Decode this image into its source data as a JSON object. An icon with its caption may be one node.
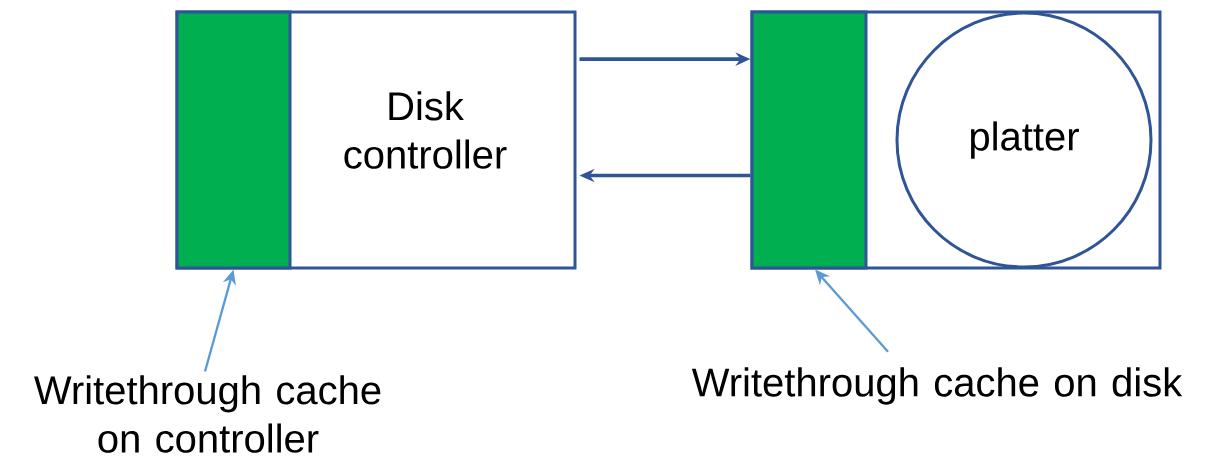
{
  "diagram": {
    "nodes": [
      {
        "text": [
          "Disk controller"
        ]
      },
      {
        "text": [],
        "shape": "bar",
        "in": 0
      },
      {
        "text": [],
        "shape": "box"
      },
      {
        "text": [],
        "shape": "bar",
        "in": 2
      },
      {
        "text": [
          "platter"
        ],
        "in": 2
      },
      {
        "text": [
          "Writethrough cache on controller"
        ]
      },
      {
        "text": [
          "Writethrough cache on disk"
        ]
      }
    ],
    "edges": [
      {
        "from": 0,
        "to": 2,
        "arrow": "to"
      },
      {
        "from": 2,
        "to": 0,
        "arrow": "to"
      },
      {
        "from": 5,
        "to": 1,
        "arrow": "to",
        "color": "#5b9bd5"
      },
      {
        "from": 6,
        "to": 3,
        "arrow": "to",
        "color": "#5b9bd5"
      }
    ]
  }
}
